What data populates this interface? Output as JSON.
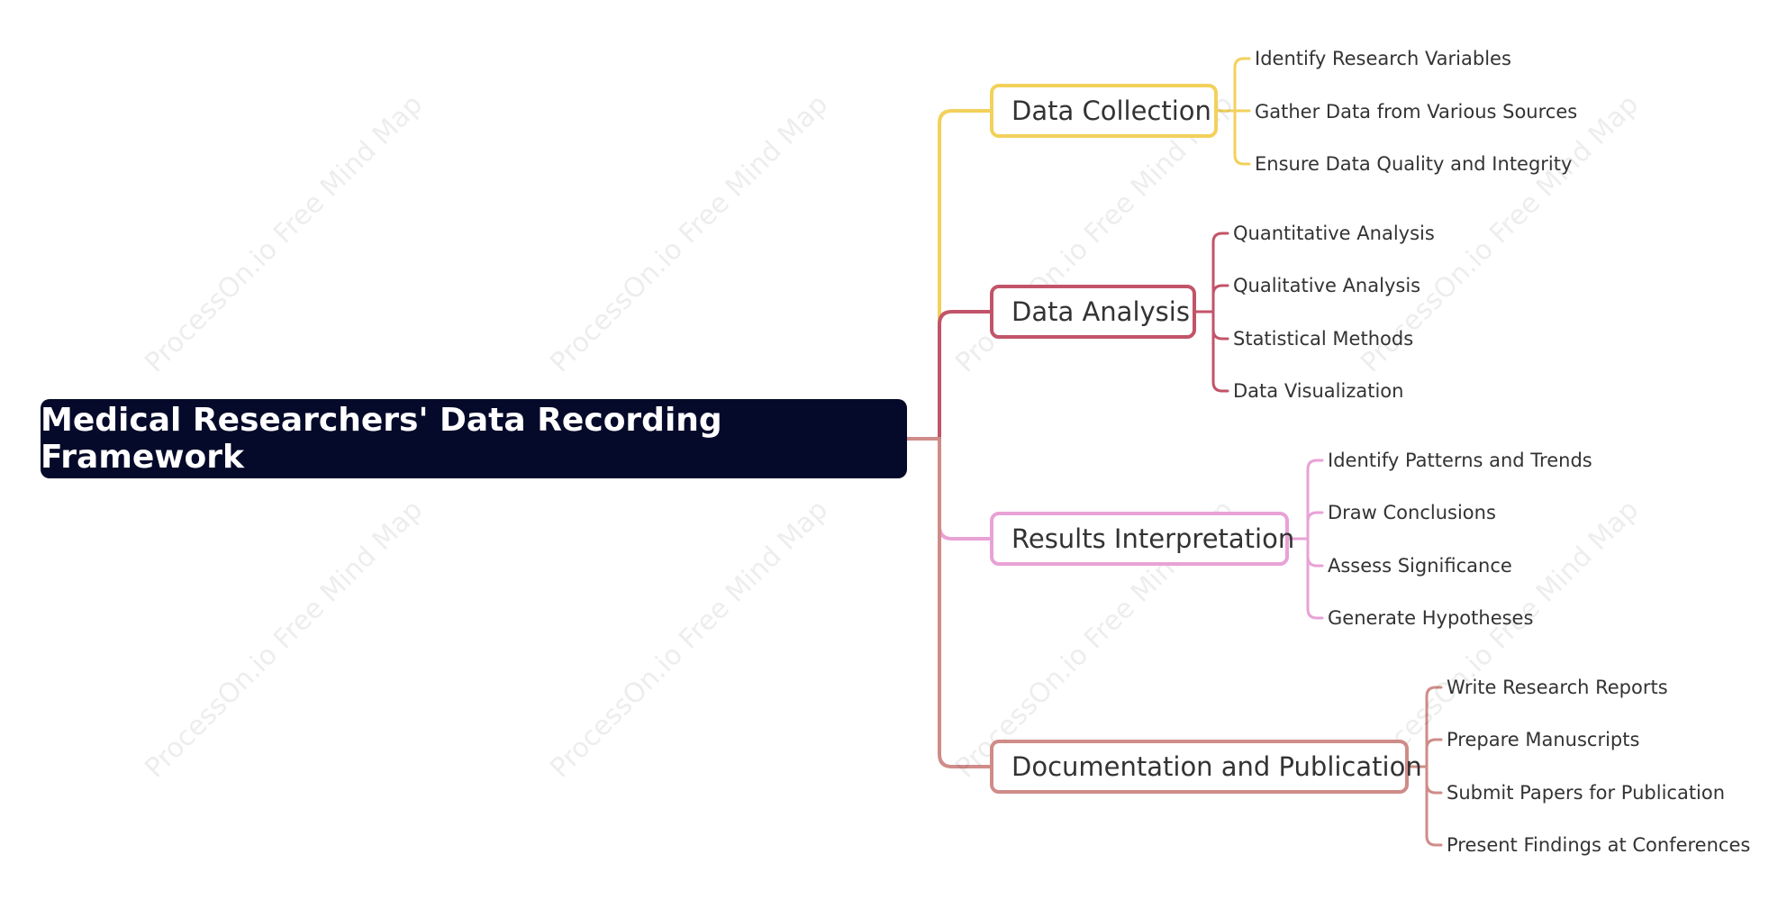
{
  "watermark_text": "ProcessOn.io Free Mind Map",
  "root": {
    "label": "Medical Researchers' Data Recording Framework"
  },
  "branches": [
    {
      "label": "Data Collection",
      "color": "#f2d15c",
      "items": [
        "Identify Research Variables",
        "Gather Data from Various Sources",
        "Ensure Data Quality and Integrity"
      ]
    },
    {
      "label": "Data Analysis",
      "color": "#c25469",
      "items": [
        "Quantitative Analysis",
        "Qualitative Analysis",
        "Statistical Methods",
        "Data Visualization"
      ]
    },
    {
      "label": "Results Interpretation",
      "color": "#e8a2d6",
      "items": [
        "Identify Patterns and Trends",
        "Draw Conclusions",
        "Assess Significance",
        "Generate Hypotheses"
      ]
    },
    {
      "label": "Documentation and Publication",
      "color": "#cf8c88",
      "items": [
        "Write Research Reports",
        "Prepare Manuscripts",
        "Submit Papers for Publication",
        "Present Findings at Conferences"
      ]
    }
  ],
  "root_connector_color": "#cf8c88"
}
